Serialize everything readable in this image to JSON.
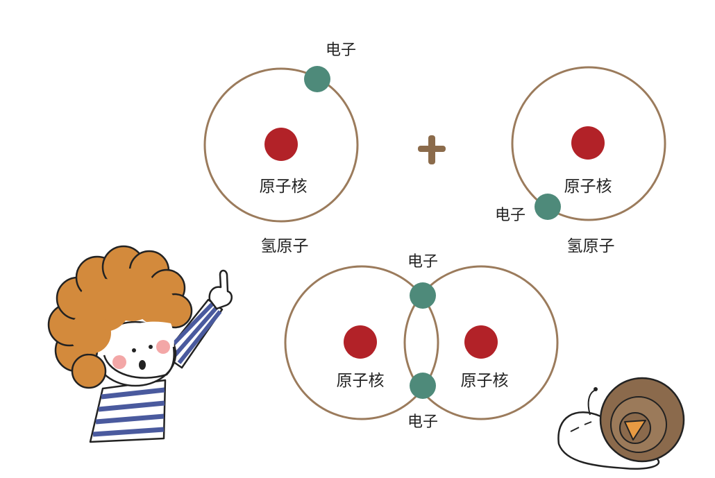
{
  "colors": {
    "orbit": "#9b7b5c",
    "nucleus": "#b22228",
    "electron": "#4e8a7a",
    "plus": "#8b6b4b",
    "hair": "#d38a3c",
    "stripe": "#4a5a9e",
    "blush": "#ef8a8a",
    "shell": "#8b6a4c",
    "shell_inner": "#e79a43"
  },
  "atom_left": {
    "electron_label": "电子",
    "nucleus_label": "原子核",
    "atom_label": "氢原子"
  },
  "operator": "+",
  "atom_right": {
    "electron_label": "电子",
    "nucleus_label": "原子核",
    "atom_label": "氢原子"
  },
  "molecule": {
    "electron_top_label": "电子",
    "electron_bottom_label": "电子",
    "nucleus_left_label": "原子核",
    "nucleus_right_label": "原子核"
  },
  "decorations": [
    "child-pointing-up",
    "snail"
  ]
}
